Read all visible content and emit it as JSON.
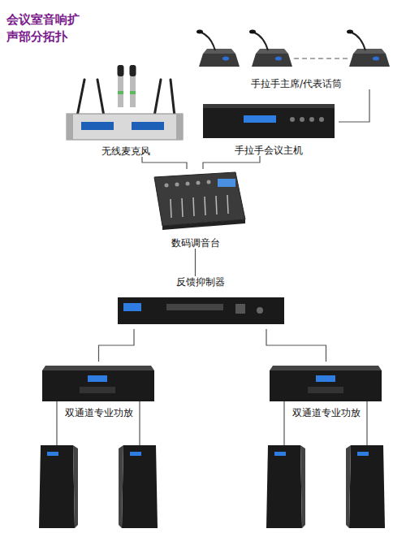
{
  "diagram": {
    "title": "会议室音响扩 声部分拓扑",
    "nodes": [
      {
        "text": [
          "手拉手主席/代表话筒"
        ]
      },
      {
        "text": [
          "无线麦克风"
        ]
      },
      {
        "text": [
          "手拉手会议主机"
        ]
      },
      {
        "text": [
          "数码调音台"
        ]
      },
      {
        "text": [
          "反馈抑制器"
        ]
      },
      {
        "text": [
          "双通道专业功放"
        ]
      },
      {
        "text": [
          "双通道专业功放"
        ]
      }
    ],
    "edges": [
      {
        "from": 0,
        "to": 2,
        "arrow": "none"
      },
      {
        "from": 1,
        "to": 3,
        "arrow": "none"
      },
      {
        "from": 2,
        "to": 3,
        "arrow": "none"
      },
      {
        "from": 3,
        "to": 4,
        "arrow": "none"
      },
      {
        "from": 4,
        "to": 5,
        "arrow": "none"
      },
      {
        "from": 4,
        "to": 6,
        "arrow": "none"
      }
    ]
  }
}
